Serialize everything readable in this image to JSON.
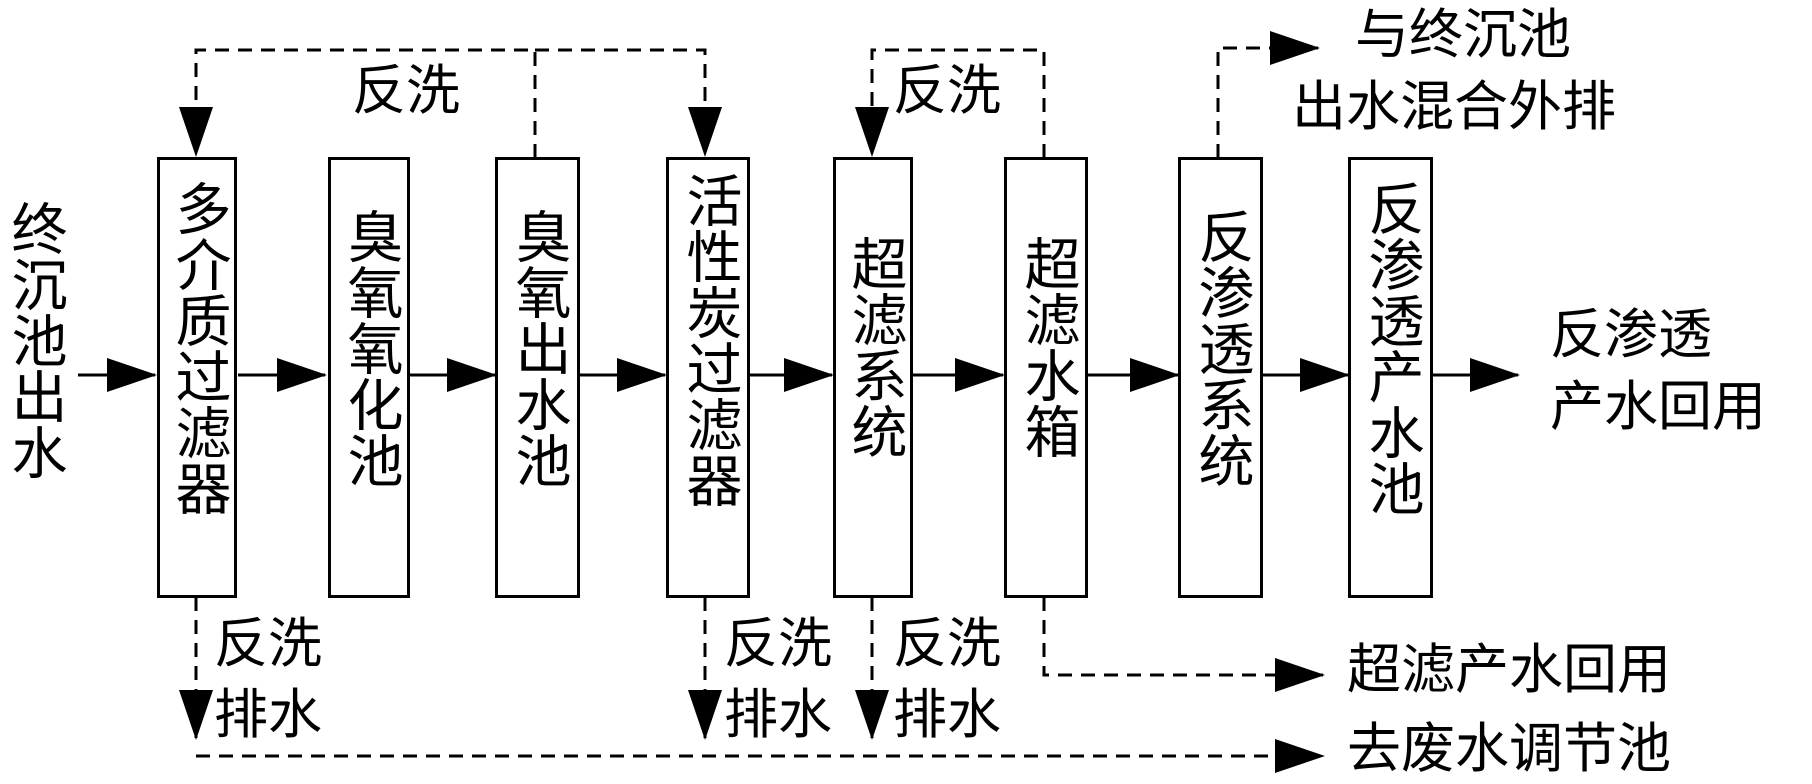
{
  "input_label": "终沉池出水",
  "boxes": [
    {
      "id": "b1",
      "label": "多介质过滤器"
    },
    {
      "id": "b2",
      "label": "臭氧氧化池"
    },
    {
      "id": "b3",
      "label": "臭氧出水池"
    },
    {
      "id": "b4",
      "label": "活性炭过滤器"
    },
    {
      "id": "b5",
      "label": "超滤系统"
    },
    {
      "id": "b6",
      "label": "超滤水箱"
    },
    {
      "id": "b7",
      "label": "反渗透系统"
    },
    {
      "id": "b8",
      "label": "反渗透产水池"
    }
  ],
  "top_labels": {
    "backwash_1": "反洗",
    "backwash_2": "反洗",
    "discharge_line1": "与终沉池",
    "discharge_line2": "出水混合外排"
  },
  "bottom_labels": {
    "drain_1_line1": "反洗",
    "drain_1_line2": "排水",
    "drain_2_line1": "反洗",
    "drain_2_line2": "排水",
    "drain_3_line1": "反洗",
    "drain_3_line2": "排水"
  },
  "output_labels": {
    "ro_reuse_line1": "反渗透",
    "ro_reuse_line2": "产水回用",
    "uf_reuse": "超滤产水回用",
    "to_wastewater": "去废水调节池"
  }
}
